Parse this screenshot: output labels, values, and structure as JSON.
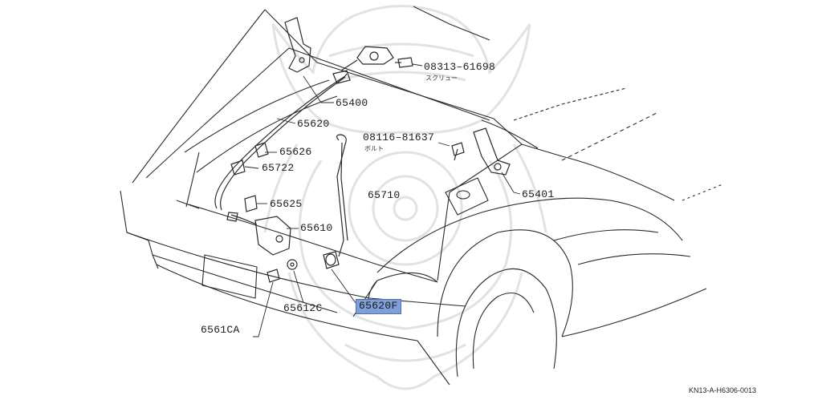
{
  "parts": [
    {
      "id": "p1",
      "number": "08313–61698",
      "subtext": "スクリュー",
      "highlighted": false
    },
    {
      "id": "p2",
      "number": "65400",
      "highlighted": false
    },
    {
      "id": "p3",
      "number": "65620",
      "highlighted": false
    },
    {
      "id": "p4",
      "number": "08116–81637",
      "subtext": "ボルト",
      "highlighted": false
    },
    {
      "id": "p5",
      "number": "65626",
      "highlighted": false
    },
    {
      "id": "p6",
      "number": "65722",
      "highlighted": false
    },
    {
      "id": "p7",
      "number": "65710",
      "highlighted": false
    },
    {
      "id": "p8",
      "number": "65401",
      "highlighted": false
    },
    {
      "id": "p9",
      "number": "65625",
      "highlighted": false
    },
    {
      "id": "p10",
      "number": "65610",
      "highlighted": false
    },
    {
      "id": "p11",
      "number": "65612C",
      "highlighted": false
    },
    {
      "id": "p12",
      "number": "65620F",
      "highlighted": true
    },
    {
      "id": "p13",
      "number": "6561CA",
      "highlighted": false
    }
  ],
  "diagram_code": "KN13-A-H6306-0013",
  "colors": {
    "line": "#2a2a2a",
    "highlight": "#7f9fd9",
    "watermark": "#e4e4e4"
  }
}
